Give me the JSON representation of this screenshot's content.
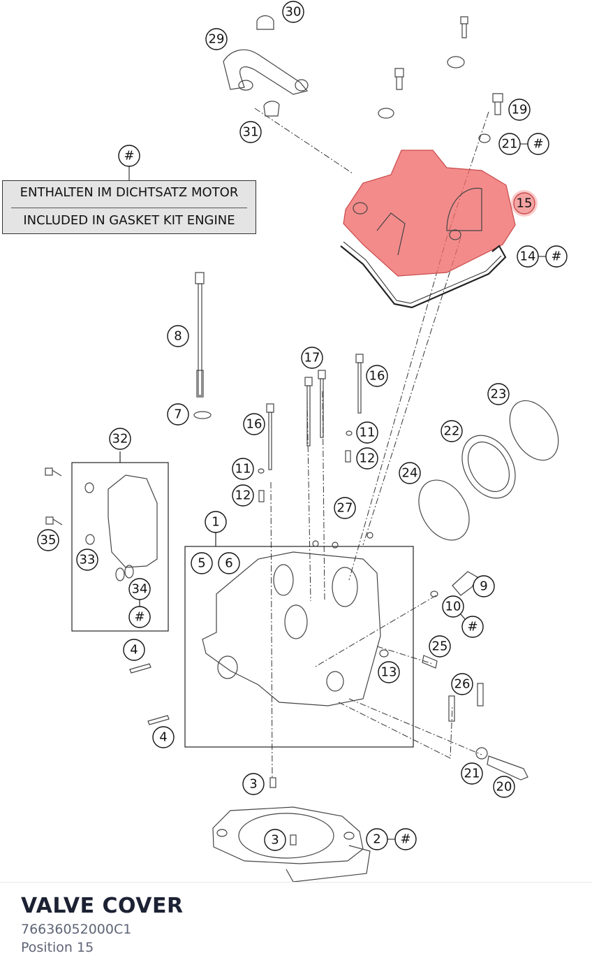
{
  "legend": {
    "line_de": "ENTHALTEN IM DICHTSATZ MOTOR",
    "line_en": "INCLUDED IN GASKET KIT ENGINE"
  },
  "callouts": {
    "c30": "30",
    "c29": "29",
    "c31": "31",
    "c19": "19",
    "c21a": "21",
    "c15": "15",
    "c14": "14",
    "c8": "8",
    "c7": "7",
    "c17": "17",
    "c16a": "16",
    "c16b": "16",
    "c11a": "11",
    "c12a": "12",
    "c11b": "11",
    "c12b": "12",
    "c23": "23",
    "c22": "22",
    "c24": "24",
    "c27": "27",
    "c32": "32",
    "c1": "1",
    "c5": "5",
    "c6": "6",
    "c35": "35",
    "c33": "33",
    "c34": "34",
    "c9": "9",
    "c10": "10",
    "c4a": "4",
    "c4b": "4",
    "c25": "25",
    "c13": "13",
    "c26": "26",
    "c21b": "21",
    "c20": "20",
    "c3a": "3",
    "c3b": "3",
    "c2": "2",
    "hash": "#"
  },
  "selected": {
    "position": "15",
    "highlight_color": "#f06a6a"
  },
  "footer": {
    "title": "VALVE COVER",
    "part_number": "76636052000C1",
    "position_label": "Position 15"
  }
}
